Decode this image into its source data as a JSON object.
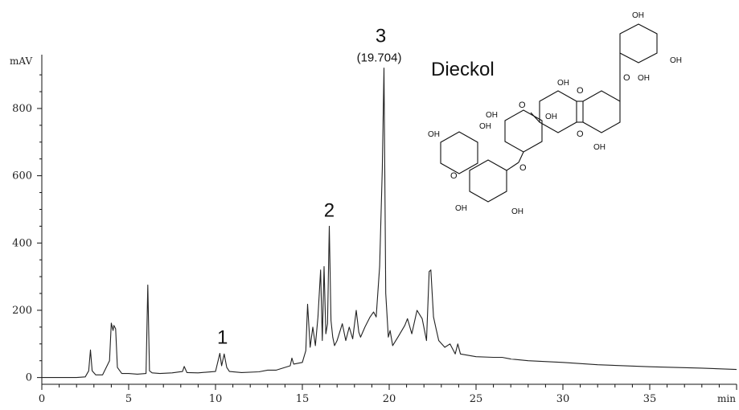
{
  "chart_data": {
    "type": "line",
    "title": "",
    "xlabel": "min",
    "ylabel": "mAV",
    "xlim": [
      0,
      40
    ],
    "ylim": [
      -20,
      960
    ],
    "xticks": [
      0,
      5,
      10,
      15,
      20,
      25,
      30,
      35
    ],
    "yticks": [
      0,
      200,
      400,
      600,
      800
    ],
    "grid": false,
    "series": [
      {
        "name": "",
        "x": [
          0,
          2.0,
          2.5,
          2.7,
          2.8,
          2.9,
          3.1,
          3.5,
          3.9,
          4.0,
          4.1,
          4.15,
          4.25,
          4.35,
          4.6,
          5.0,
          5.5,
          6.0,
          6.1,
          6.2,
          6.35,
          6.8,
          7.5,
          8.1,
          8.2,
          8.35,
          9.0,
          9.5,
          10.0,
          10.25,
          10.35,
          10.5,
          10.65,
          10.8,
          11.5,
          12.5,
          13.0,
          13.5,
          14.3,
          14.4,
          14.5,
          15.0,
          15.2,
          15.3,
          15.45,
          15.6,
          15.75,
          15.9,
          16.05,
          16.15,
          16.25,
          16.35,
          16.45,
          16.55,
          16.65,
          16.75,
          16.85,
          17.0,
          17.3,
          17.5,
          17.7,
          17.9,
          18.1,
          18.25,
          18.35,
          18.6,
          18.9,
          19.1,
          19.25,
          19.45,
          19.6,
          19.7,
          19.8,
          19.95,
          20.05,
          20.2,
          20.5,
          20.9,
          21.05,
          21.3,
          21.6,
          21.9,
          22.15,
          22.3,
          22.4,
          22.55,
          22.7,
          22.85,
          23.2,
          23.5,
          23.8,
          23.95,
          24.1,
          25.0,
          26.0,
          26.5,
          27.0,
          28.0,
          30.0,
          32.0,
          35.0,
          38.0,
          40.0
        ],
        "y": [
          0,
          0,
          2,
          20,
          82,
          20,
          8,
          8,
          50,
          162,
          140,
          155,
          145,
          30,
          12,
          12,
          10,
          12,
          275,
          20,
          14,
          12,
          14,
          18,
          33,
          15,
          14,
          16,
          18,
          72,
          35,
          70,
          30,
          18,
          15,
          17,
          22,
          22,
          35,
          58,
          40,
          45,
          80,
          218,
          90,
          150,
          95,
          180,
          320,
          110,
          330,
          130,
          160,
          450,
          170,
          120,
          95,
          110,
          160,
          110,
          150,
          115,
          200,
          135,
          120,
          150,
          180,
          195,
          180,
          330,
          620,
          920,
          250,
          120,
          140,
          95,
          120,
          155,
          175,
          130,
          200,
          175,
          110,
          315,
          320,
          180,
          145,
          110,
          90,
          100,
          70,
          100,
          70,
          62,
          60,
          60,
          55,
          50,
          45,
          38,
          32,
          28,
          24
        ]
      }
    ],
    "annotations": [
      {
        "label": "1",
        "x": 10.4,
        "y": 72
      },
      {
        "label": "2",
        "x": 16.55,
        "y": 450
      },
      {
        "label": "3",
        "retention_time": "(19.704)",
        "x": 19.7,
        "y": 920
      }
    ],
    "compound_label": "Dieckol",
    "structure_oh_label": "OH",
    "structure_o_label": "O"
  }
}
